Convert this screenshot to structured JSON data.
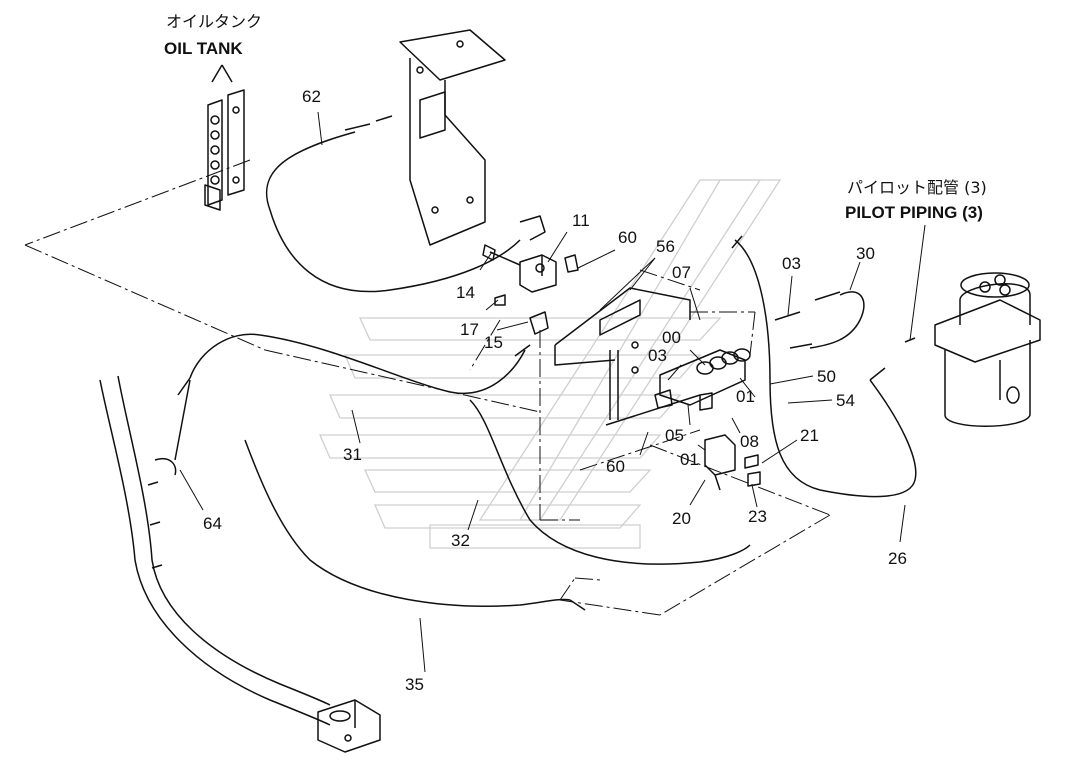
{
  "callouts": {
    "oil_tank_jp": "オイルタンク",
    "oil_tank_en": "OIL TANK",
    "pilot_jp": "パイロット配管 (3)",
    "pilot_en": "PILOT PIPING (3)"
  },
  "parts": {
    "p62": "62",
    "p11": "11",
    "p60a": "60",
    "p56": "56",
    "p14": "14",
    "p17": "17",
    "p15": "15",
    "p07": "07",
    "p03a": "03",
    "p30": "30",
    "p00": "00",
    "p03b": "03",
    "p50": "50",
    "p54": "54",
    "p01a": "01",
    "p05": "05",
    "p08": "08",
    "p60b": "60",
    "p01b": "01",
    "p21": "21",
    "p31": "31",
    "p64": "64",
    "p32": "32",
    "p20": "20",
    "p23": "23",
    "p26": "26",
    "p35": "35"
  },
  "colors": {
    "ink": "#111111",
    "watermark": "#cfcfcf",
    "background": "#ffffff"
  }
}
